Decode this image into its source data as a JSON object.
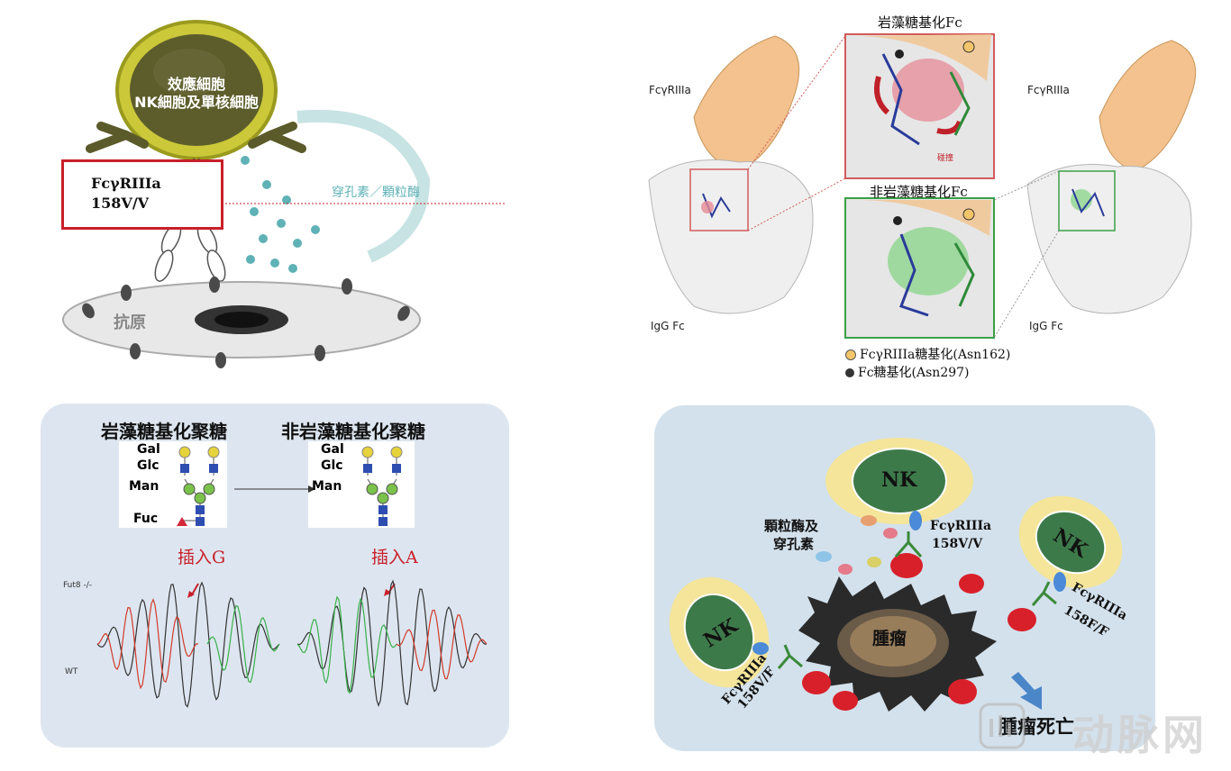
{
  "effector": {
    "line1": "效應細胞",
    "line2": "NK細胞及單核細胞"
  },
  "receptor_box": {
    "line1": "FcγRIIIa",
    "line2": "158V/V"
  },
  "perforin_label": "穿孔素／顆粒酶",
  "antigen_label": "抗原",
  "structure": {
    "top_title": "岩藻糖基化Fc",
    "mid_title": "非岩藻糖基化Fc",
    "collision": "碰撞",
    "left_receptor": "FcγRIIIa",
    "right_receptor": "FcγRIIIa",
    "left_fc": "IgG Fc",
    "right_fc": "IgG Fc",
    "legend": [
      {
        "text": "FcγRIIIa糖基化(Asn162)",
        "color": "#f3c56a"
      },
      {
        "text": "Fc糖基化(Asn297)",
        "color": "#333333"
      }
    ]
  },
  "glycan_panel": {
    "left_title": "岩藻糖基化聚糖",
    "right_title": "非岩藻糖基化聚糖",
    "sugars": {
      "gal": "Gal",
      "glc": "Glc",
      "man": "Man",
      "fuc": "Fuc"
    },
    "insert_g": "插入G",
    "insert_a": "插入A",
    "fut8": "Fut8 -/-",
    "wt": "WT"
  },
  "tumor_panel": {
    "nk": "NK",
    "granzyme_line1": "顆粒酶及",
    "granzyme_line2": "穿孔素",
    "receptor_vv_1": "FcγRIIIa",
    "receptor_vv_2": "158V/V",
    "receptor_ff_1": "FcγRIIIa",
    "receptor_ff_2": "158F/F",
    "receptor_vf_1": "FcγRIIIa",
    "receptor_vf_2": "158V/F",
    "tumor": "腫瘤",
    "death": "腫瘤死亡"
  },
  "watermark": "动脉网",
  "colors": {
    "accent_red": "#c8202a",
    "nk_green": "#3d7a4a",
    "halo": "#f4e59a"
  }
}
